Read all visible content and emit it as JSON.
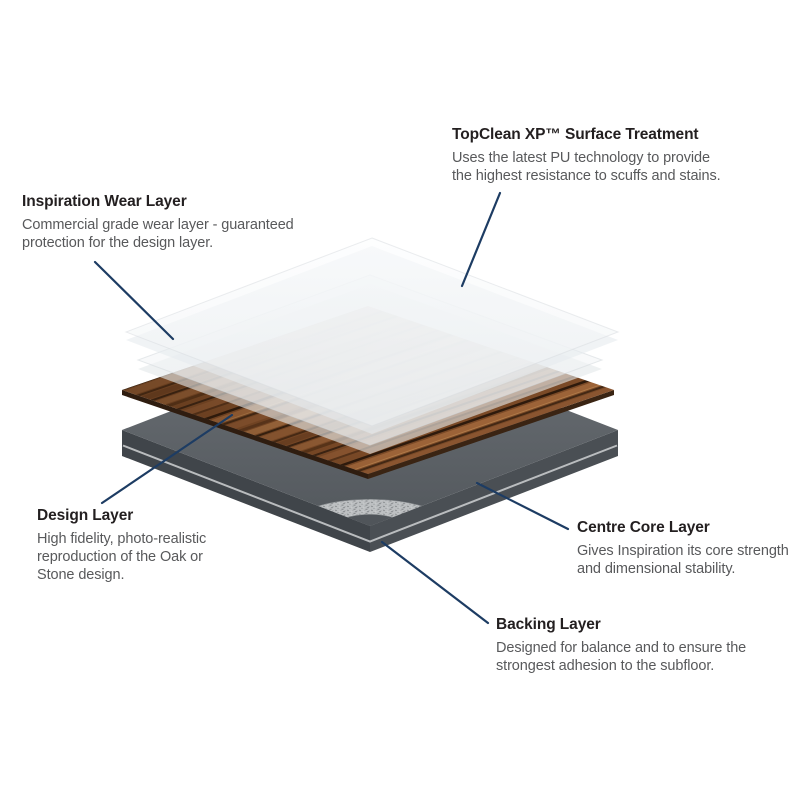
{
  "diagram": {
    "subject": "exploded-flooring-layer-diagram",
    "accent_line_color": "#1d3c63",
    "layers": [
      {
        "id": "surface-treatment",
        "label_ref": "topclean",
        "color": "#f7f9fa"
      },
      {
        "id": "wear-layer",
        "label_ref": "wear",
        "color": "#eef1f3"
      },
      {
        "id": "design-layer",
        "label_ref": "design",
        "color": "#7b4a27"
      },
      {
        "id": "centre-core-layer",
        "label_ref": "core",
        "color": "#5c6166"
      },
      {
        "id": "backing-layer",
        "label_ref": "backing",
        "color": "#45494e"
      }
    ]
  },
  "labels": {
    "topclean": {
      "title": "TopClean XP™ Surface Treatment",
      "body_lines": [
        "Uses the latest PU technology to provide",
        "the highest resistance to scuffs and stains."
      ]
    },
    "wear": {
      "title": "Inspiration Wear Layer",
      "body_lines": [
        "Commercial grade wear layer - guaranteed",
        "protection for the design layer."
      ]
    },
    "design": {
      "title": "Design Layer",
      "body_lines": [
        "High fidelity, photo-realistic",
        "reproduction of the Oak or",
        "Stone design."
      ]
    },
    "core": {
      "title": "Centre Core Layer",
      "body_lines": [
        "Gives Inspiration its core strength",
        "and dimensional stability."
      ]
    },
    "backing": {
      "title": "Backing Layer",
      "body_lines": [
        "Designed for balance and to ensure the",
        "strongest adhesion to the subfloor."
      ]
    }
  }
}
